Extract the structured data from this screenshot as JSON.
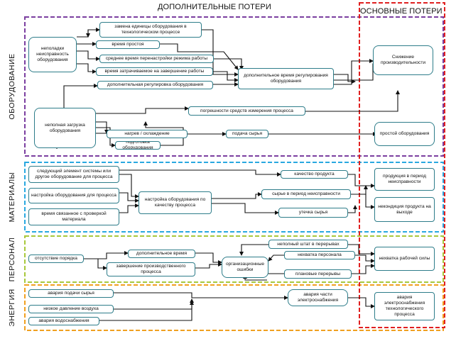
{
  "headers": {
    "additional": "ДОПОЛНИТЕЛЬНЫЕ ПОТЕРИ",
    "main": "ОСНОВНЫЕ ПОТЕРИ"
  },
  "sections": {
    "equipment": "ОБОРУДОВАНИЕ",
    "materials": "МАТЕРИАЛЫ",
    "personnel": "ПЕРСОНАЛ",
    "energy": "ЭНЕРГИЯ"
  },
  "colors": {
    "equipment": "#7b3fa0",
    "materials": "#29a8e0",
    "personnel": "#a8c83c",
    "energy": "#f0a020",
    "main": "#e02020",
    "box_border": "#2e7d8a"
  },
  "nodes": {
    "neispravnost": "неполадки неисправность оборудования",
    "zamena": "замена единицы оборудования в технологическом процессе",
    "vremya_prostoya": "время простоя",
    "srednee_vremya": "среднее время перенастройки режима работы",
    "vremya_zavershenie": "время затрачиваемое на завершение работы",
    "dop_vremya_reg": "дополнительное время регулирования оборудования",
    "dop_regulirovka": "дополнительная регулировка оборудования",
    "snizhenie": "Снижение производительности",
    "nepolnaya_zagruzka": "неполная загрузка оборудования",
    "pogreshnosti": "погрешности средств измерения процесса",
    "nagrev": "нагрев / охлаждение",
    "podacha_syrya": "подача сырья",
    "prostoy": "простой оборудования",
    "podgotovka": "подготовка оборудования",
    "sleduyushiy": "следующий элемент системы или другое оборудование для процесса",
    "kachestvo": "качество продукта",
    "nastroyka_proc": "настройка оборудования для процесса",
    "nastroyka_kach": "настройка оборудования по качеству процесса",
    "syrye_neispr": "сырье в период неисправности",
    "vremya_material": "время связанное с проверкой материала",
    "utechka": "утечка сырья",
    "produktsiya": "продукция в период неисправности",
    "nekonditsiya": "некондиция продукта на выходе",
    "nepolny_shtat": "неполный штат в перерывах",
    "otsutstvie": "отсутствие порядка",
    "dop_vremya": "дополнительное время",
    "nehvatka_pers": "нехватка персонала",
    "zavershenie_proc": "завершение производственного процесса",
    "org_oshibki": "организационные ошибки",
    "planovye": "плановые перерывы",
    "nehvatka_sily": "нехватка рабочей силы",
    "avariya_podachi": "авария подачи сырья",
    "avariya_chasti": "авария части электроснабжения",
    "nizkoe_davlenie": "низкое давление воздуха",
    "avariya_elektro": "авария электроснабжения технологического процесса",
    "avariya_vodo": "авария водоснабжения"
  }
}
